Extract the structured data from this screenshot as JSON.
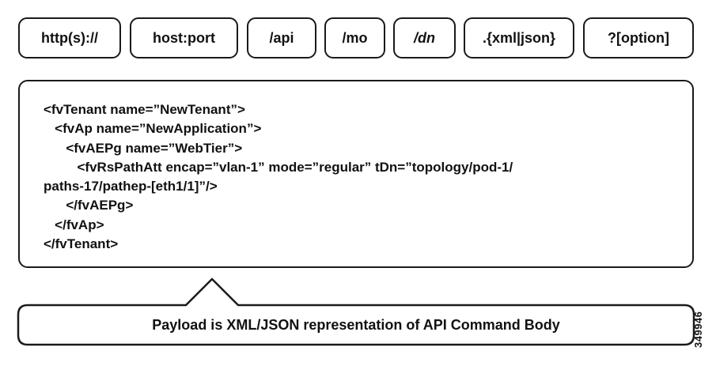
{
  "url_parts": [
    {
      "label": "http(s)://",
      "italic": false
    },
    {
      "label": "host:port",
      "italic": false
    },
    {
      "label": "/api",
      "italic": false
    },
    {
      "label": "/mo",
      "italic": false
    },
    {
      "label": "/dn",
      "italic": true
    },
    {
      "label": ".{xml|json}",
      "italic": false
    },
    {
      "label": "?[option]",
      "italic": false
    }
  ],
  "payload": {
    "lines": [
      "<fvTenant name=”NewTenant”>",
      "   <fvAp name=”NewApplication”>",
      "      <fvAEPg name=”WebTier”>",
      "         <fvRsPathAtt encap=”vlan-1” mode=”regular” tDn=”topology/pod-1/",
      "paths-17/pathep-[eth1/1]”/>",
      "      </fvAEPg>",
      "   </fvAp>",
      "</fvTenant>"
    ]
  },
  "caption": "Payload is XML/JSON representation of API Command Body",
  "figure_id": "349946"
}
